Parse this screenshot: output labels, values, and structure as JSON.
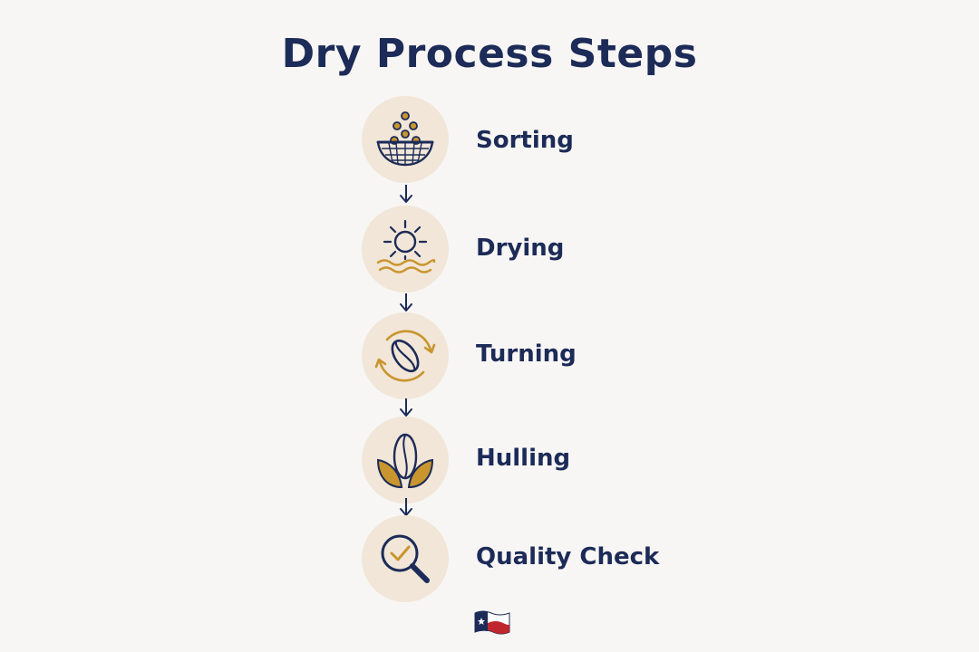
{
  "title": "Dry Process Steps",
  "steps": [
    {
      "label": "Sorting",
      "icon": "sieve-basket-icon"
    },
    {
      "label": "Drying",
      "icon": "sun-waves-icon"
    },
    {
      "label": "Turning",
      "icon": "rotate-bean-icon"
    },
    {
      "label": "Hulling",
      "icon": "bean-leaves-icon"
    },
    {
      "label": "Quality Check",
      "icon": "magnifier-check-icon"
    }
  ],
  "footer_icon": "texas-flag-icon",
  "colors": {
    "navy": "#1c2b57",
    "gold": "#c9952e",
    "icon_bg": "#f1e6d8",
    "background": "#f8f6f4",
    "flag_red": "#c0262d"
  }
}
